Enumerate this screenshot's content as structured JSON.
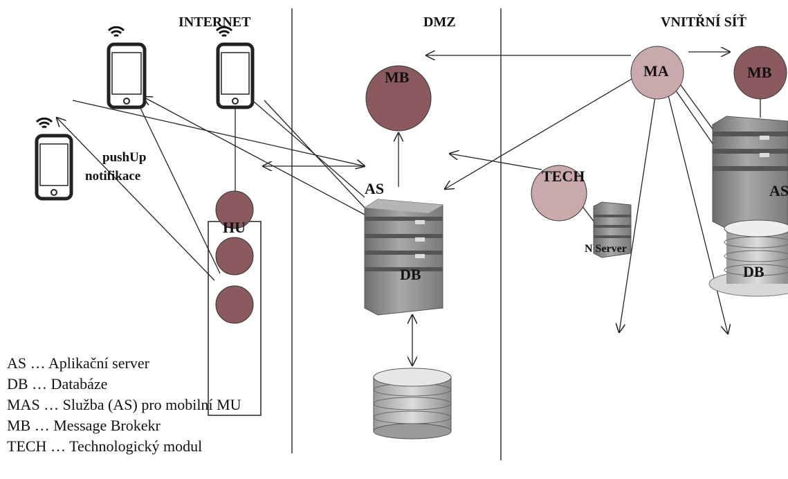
{
  "zones": {
    "internet": "INTERNET",
    "dmz": "DMZ",
    "internal": "VNITŘNÍ SÍŤ"
  },
  "nodes": {
    "mb_dmz": "MB",
    "as_dmz": "AS",
    "db_dmz": "DB",
    "hu": "HU",
    "ma": "MA",
    "mb_internal": "MB",
    "as_internal": "AS",
    "db_internal": "DB",
    "tech": "TECH",
    "n_server": "N Server"
  },
  "push": {
    "line1": "pushUp",
    "line2": "notifikace"
  },
  "legend": [
    "AS … Aplikační server",
    "DB … Databáze",
    "MAS … Služba (AS) pro mobilní MU",
    "MB … Message Brokekr",
    "TECH … Technologický modul"
  ],
  "colors": {
    "circle_dark": "#8a5a5e",
    "circle_light": "#c9a9ab",
    "server_body": "#8f8f8f",
    "line": "#222222"
  }
}
